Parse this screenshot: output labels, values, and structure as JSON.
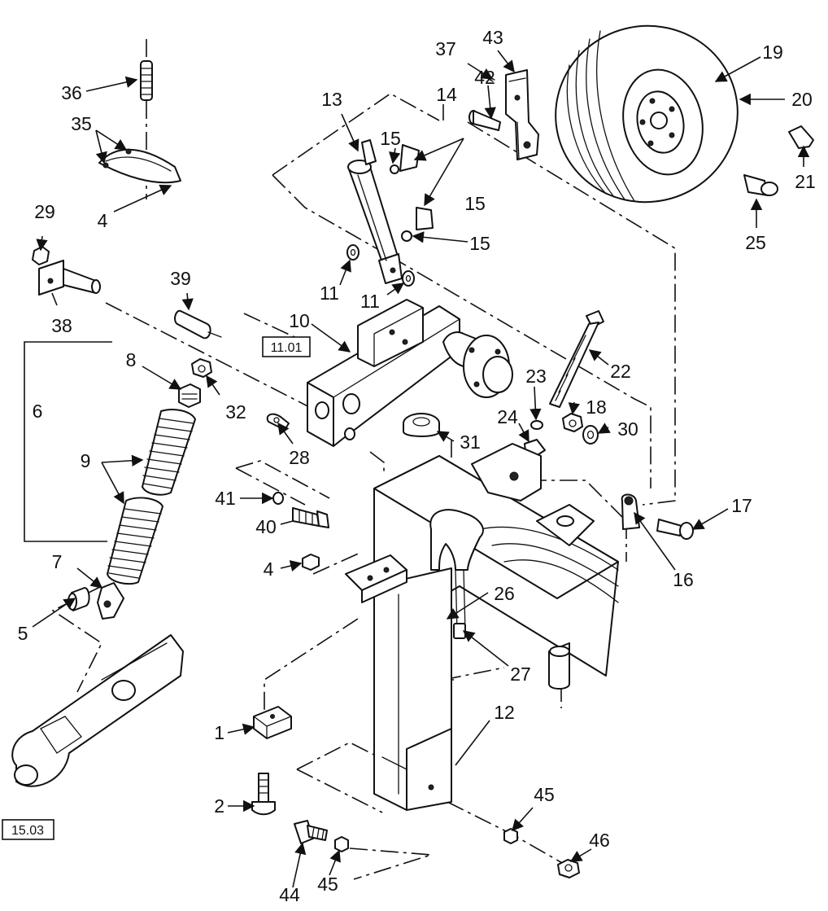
{
  "diagram": {
    "ref_boxes": [
      "11.01",
      "15.03"
    ],
    "part_numbers": [
      "1",
      "2",
      "4",
      "4",
      "5",
      "6",
      "7",
      "8",
      "9",
      "10",
      "11",
      "11",
      "12",
      "13",
      "14",
      "15",
      "15",
      "15",
      "16",
      "17",
      "18",
      "19",
      "20",
      "21",
      "22",
      "23",
      "24",
      "25",
      "26",
      "27",
      "28",
      "29",
      "30",
      "31",
      "32",
      "35",
      "36",
      "37",
      "38",
      "39",
      "40",
      "41",
      "42",
      "43",
      "44",
      "45",
      "45",
      "46"
    ]
  }
}
